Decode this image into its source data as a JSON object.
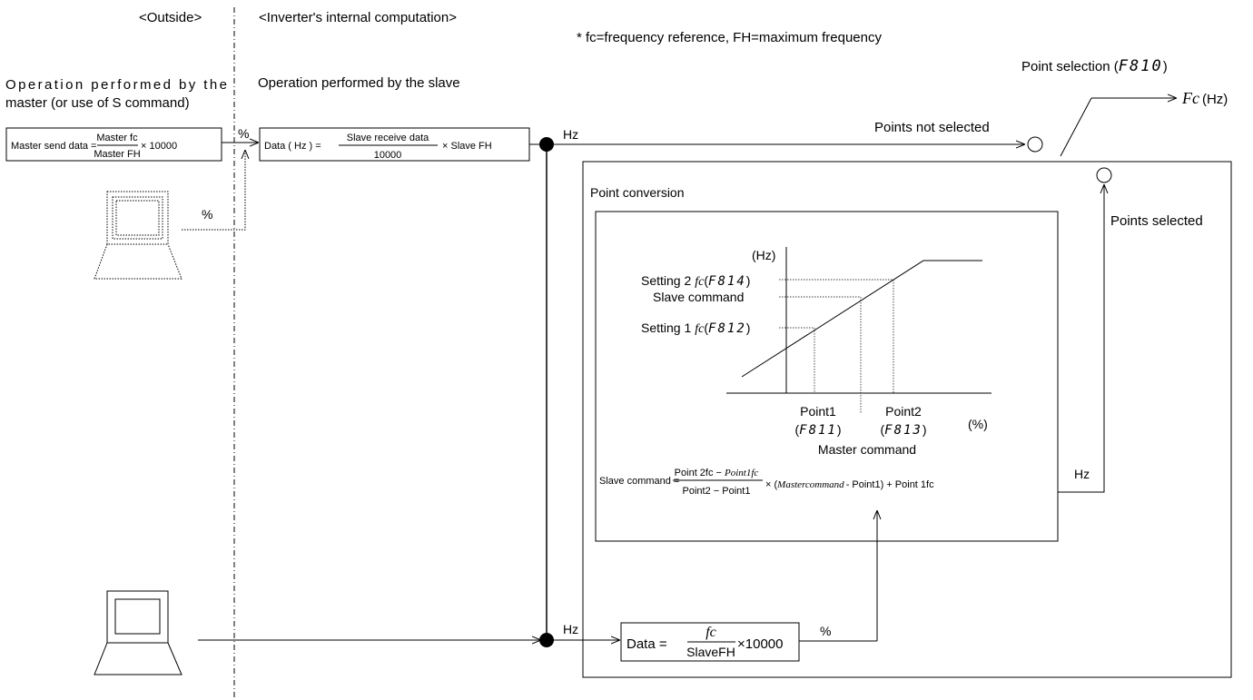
{
  "header": {
    "outside": "<Outside>",
    "internal": "<Inverter's internal computation>",
    "note": "* fc=frequency reference, FH=maximum frequency"
  },
  "master_op": {
    "line1": "Operation performed by the",
    "line2": "master (or use of S command)"
  },
  "slave_op": "Operation performed by the slave",
  "master_box": {
    "prefix": "Master send data =",
    "num": "Master fc",
    "den": "Master FH",
    "suffix": "× 10000"
  },
  "data_box": {
    "prefix": "Data ( Hz ) =",
    "num": "Slave  receive  data",
    "den": "10000",
    "suffix": "× Slave  FH"
  },
  "labels": {
    "pct1": "%",
    "pct2": "%",
    "pct3": "%",
    "hz1": "Hz",
    "hz2": "Hz",
    "hz3": "Hz"
  },
  "switch": {
    "point_selection": "Point selection (",
    "point_selection_code": "F810",
    "point_selection_close": ")",
    "output": "Fc",
    "output_unit": "(Hz)",
    "not_selected": "Points not selected",
    "selected": "Points selected"
  },
  "point_conversion": {
    "title": "Point conversion",
    "y_unit": "(Hz)",
    "x_unit": "(%)",
    "setting2": "Setting 2",
    "setting2_code": "F814",
    "slave_command": "Slave command",
    "setting1": "Setting 1",
    "setting1_code": "F812",
    "fc": "fc",
    "point1": "Point1",
    "point1_code": "F811",
    "point2": "Point2",
    "point2_code": "F813",
    "master_command": "Master command",
    "formula": {
      "prefix": "Slave command =",
      "num_a": "Point 2fc",
      "num_b": "Point1fc",
      "den": "Point2 − Point1",
      "mult": "× (",
      "master": "Mastercommand",
      "rest": "- Point1) + Point 1fc"
    }
  },
  "bottom_box": {
    "prefix": "Data =",
    "num": "fc",
    "den": "SlaveFH",
    "suffix": "×10000"
  },
  "colors": {
    "line": "#000000",
    "dotted": "#555555"
  }
}
